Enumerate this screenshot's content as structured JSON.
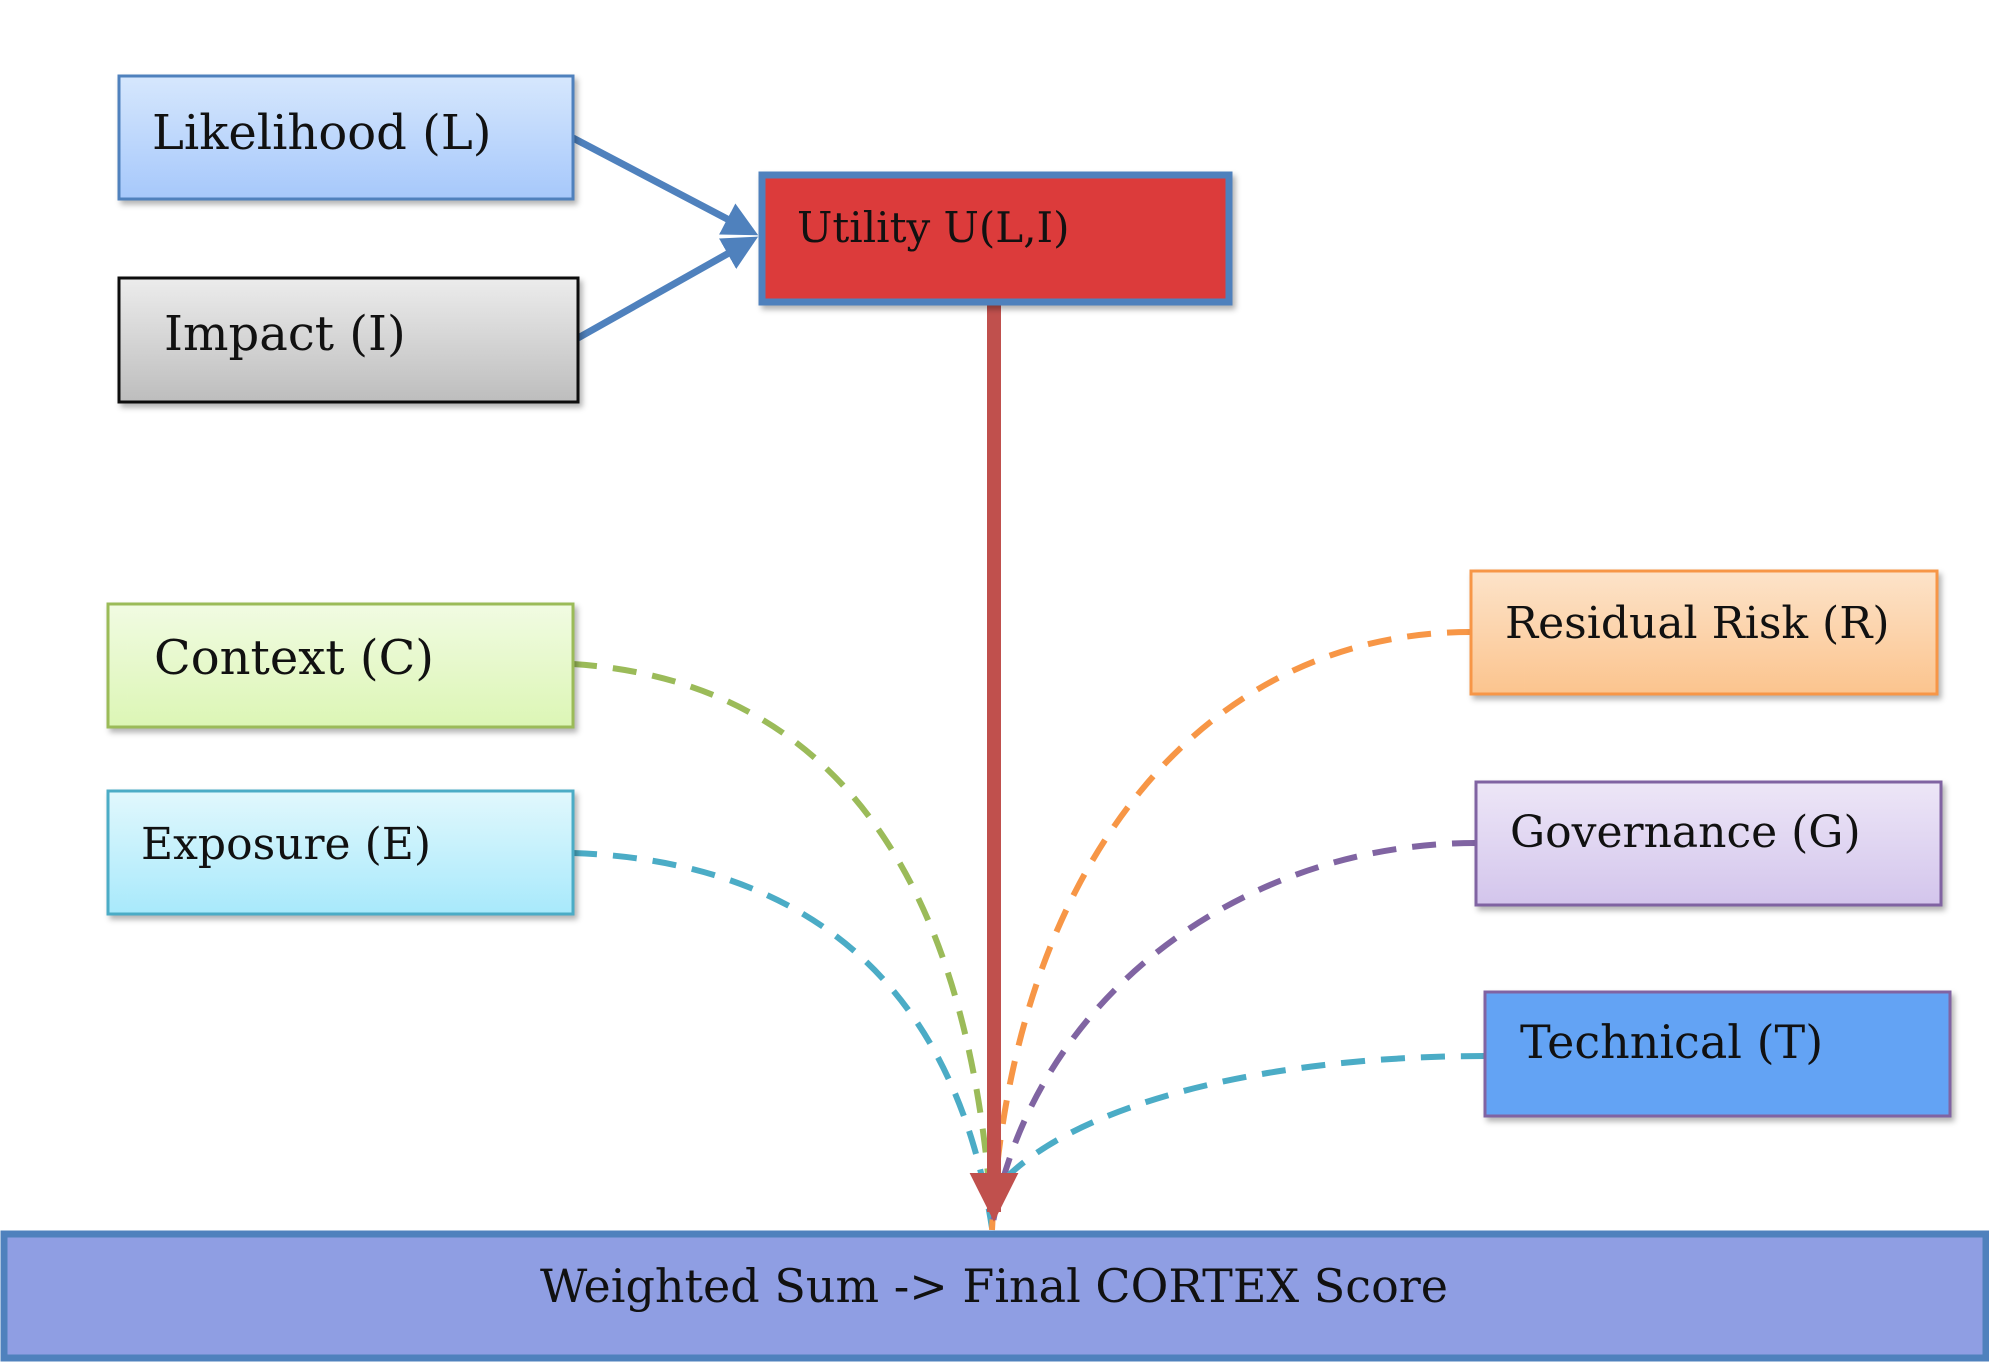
{
  "nodes": {
    "likelihood": {
      "label": "Likelihood  (L)"
    },
    "impact": {
      "label": "Impact (I)"
    },
    "utility": {
      "label": "Utility U(L,I)"
    },
    "context": {
      "label": "Context (C)"
    },
    "exposure": {
      "label": "Exposure (E)"
    },
    "residual_risk": {
      "label": "Residual Risk (R)"
    },
    "governance": {
      "label": "Governance (G)"
    },
    "technical": {
      "label": "Technical (T)"
    },
    "final_score": {
      "label": "Weighted Sum -> Final CORTEX Score"
    }
  },
  "colors": {
    "likelihood_fill": "#aecdfb",
    "impact_fill": "#c8c8c8",
    "utility_fill": "#dc3a3a",
    "context_fill": "#e3f8c4",
    "exposure_fill": "#c4f0fb",
    "residual_risk_fill": "#fcd3a9",
    "governance_fill": "#ddd1f0",
    "technical_fill": "#64a3f4",
    "final_score_fill": "#8f9ee3",
    "input_arrow": "#4f81bd",
    "utility_arrow": "#c0504d",
    "context_line": "#9bbb59",
    "exposure_line": "#4bacc6",
    "residual_risk_line": "#f79646",
    "governance_line": "#8064a2",
    "technical_line": "#4bacc6"
  }
}
